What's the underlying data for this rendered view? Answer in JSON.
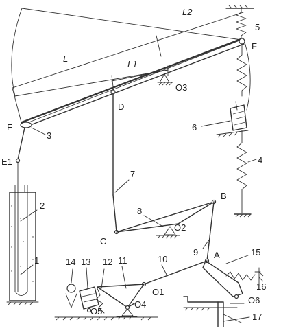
{
  "labels": {
    "L2": "L2",
    "n5": "5",
    "F": "F",
    "L": "L",
    "L1": "L1",
    "O3": "O3",
    "D": "D",
    "E": "E",
    "n3": "3",
    "n6": "6",
    "E1": "E1",
    "n4": "4",
    "n7": "7",
    "n2": "2",
    "B": "B",
    "n8": "8",
    "O2": "O2",
    "C": "C",
    "n1": "1",
    "n9": "9",
    "A": "A",
    "n15": "15",
    "n14": "14",
    "n13": "13",
    "n12": "12",
    "n11": "11",
    "n10": "10",
    "O1": "O1",
    "n16": "16",
    "O5": "O5",
    "O4": "O4",
    "O6": "O6",
    "n17": "17"
  }
}
